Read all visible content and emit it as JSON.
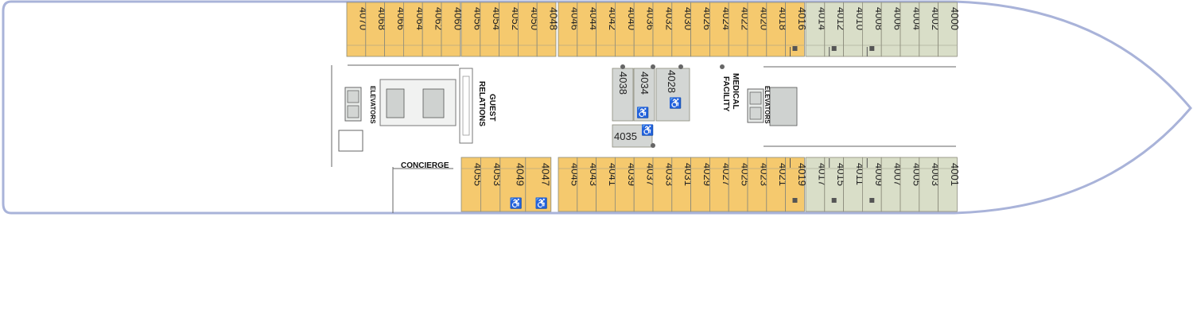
{
  "colors": {
    "standard": "#F5C96E",
    "forward": "#D9DEC8",
    "interior": "#D3D6D4",
    "hull": "#A9B3D9",
    "outline": "#8a8a7a"
  },
  "legend_icons": {
    "accessible": "wheelchair-icon",
    "connecting": "square-icon"
  },
  "port_row": [
    {
      "number": "4070",
      "category": "standard"
    },
    {
      "number": "4068",
      "category": "standard"
    },
    {
      "number": "4066",
      "category": "standard"
    },
    {
      "number": "4064",
      "category": "standard"
    },
    {
      "number": "4062",
      "category": "standard"
    },
    {
      "number": "4060",
      "category": "standard"
    },
    {
      "number": "4056",
      "category": "standard"
    },
    {
      "number": "4054",
      "category": "standard"
    },
    {
      "number": "4052",
      "category": "standard"
    },
    {
      "number": "4050",
      "category": "standard"
    },
    {
      "number": "4048",
      "category": "standard"
    },
    {
      "number": "4046",
      "category": "standard"
    },
    {
      "number": "4044",
      "category": "standard"
    },
    {
      "number": "4042",
      "category": "standard"
    },
    {
      "number": "4040",
      "category": "standard"
    },
    {
      "number": "4036",
      "category": "standard"
    },
    {
      "number": "4032",
      "category": "standard"
    },
    {
      "number": "4030",
      "category": "standard"
    },
    {
      "number": "4026",
      "category": "standard"
    },
    {
      "number": "4024",
      "category": "standard"
    },
    {
      "number": "4022",
      "category": "standard"
    },
    {
      "number": "4020",
      "category": "standard"
    },
    {
      "number": "4018",
      "category": "standard"
    },
    {
      "number": "4016",
      "category": "standard",
      "connecting": true
    },
    {
      "number": "4014",
      "category": "forward"
    },
    {
      "number": "4012",
      "category": "forward",
      "connecting": true
    },
    {
      "number": "4010",
      "category": "forward"
    },
    {
      "number": "4008",
      "category": "forward",
      "connecting": true
    },
    {
      "number": "4006",
      "category": "forward"
    },
    {
      "number": "4004",
      "category": "forward"
    },
    {
      "number": "4002",
      "category": "forward"
    },
    {
      "number": "4000",
      "category": "forward"
    }
  ],
  "starboard_row": [
    {
      "number": "4055",
      "category": "standard"
    },
    {
      "number": "4053",
      "category": "standard"
    },
    {
      "number": "4049",
      "category": "standard",
      "accessible": true
    },
    {
      "number": "4047",
      "category": "standard",
      "accessible": true
    },
    {
      "number": "4045",
      "category": "standard"
    },
    {
      "number": "4043",
      "category": "standard"
    },
    {
      "number": "4041",
      "category": "standard"
    },
    {
      "number": "4039",
      "category": "standard"
    },
    {
      "number": "4037",
      "category": "standard"
    },
    {
      "number": "4033",
      "category": "standard"
    },
    {
      "number": "4031",
      "category": "standard"
    },
    {
      "number": "4029",
      "category": "standard"
    },
    {
      "number": "4027",
      "category": "standard"
    },
    {
      "number": "4025",
      "category": "standard"
    },
    {
      "number": "4023",
      "category": "standard"
    },
    {
      "number": "4021",
      "category": "standard"
    },
    {
      "number": "4019",
      "category": "standard",
      "connecting": true
    },
    {
      "number": "4017",
      "category": "forward"
    },
    {
      "number": "4015",
      "category": "forward",
      "connecting": true
    },
    {
      "number": "4011",
      "category": "forward"
    },
    {
      "number": "4009",
      "category": "forward",
      "connecting": true
    },
    {
      "number": "4007",
      "category": "forward"
    },
    {
      "number": "4005",
      "category": "forward"
    },
    {
      "number": "4003",
      "category": "forward"
    },
    {
      "number": "4001",
      "category": "forward"
    }
  ],
  "interior_cabins": [
    {
      "number": "4038",
      "accessible": false
    },
    {
      "number": "4034",
      "accessible": true
    },
    {
      "number": "4028",
      "accessible": true
    },
    {
      "number": "4035",
      "accessible": true
    }
  ],
  "labels": {
    "elevators_aft": "ELEVATORS",
    "elevators_fwd": "ELEVATORS",
    "guest_relations_1": "GUEST",
    "guest_relations_2": "RELATIONS",
    "medical_1": "MEDICAL",
    "medical_2": "FACILITY",
    "concierge": "CONCIERGE"
  }
}
